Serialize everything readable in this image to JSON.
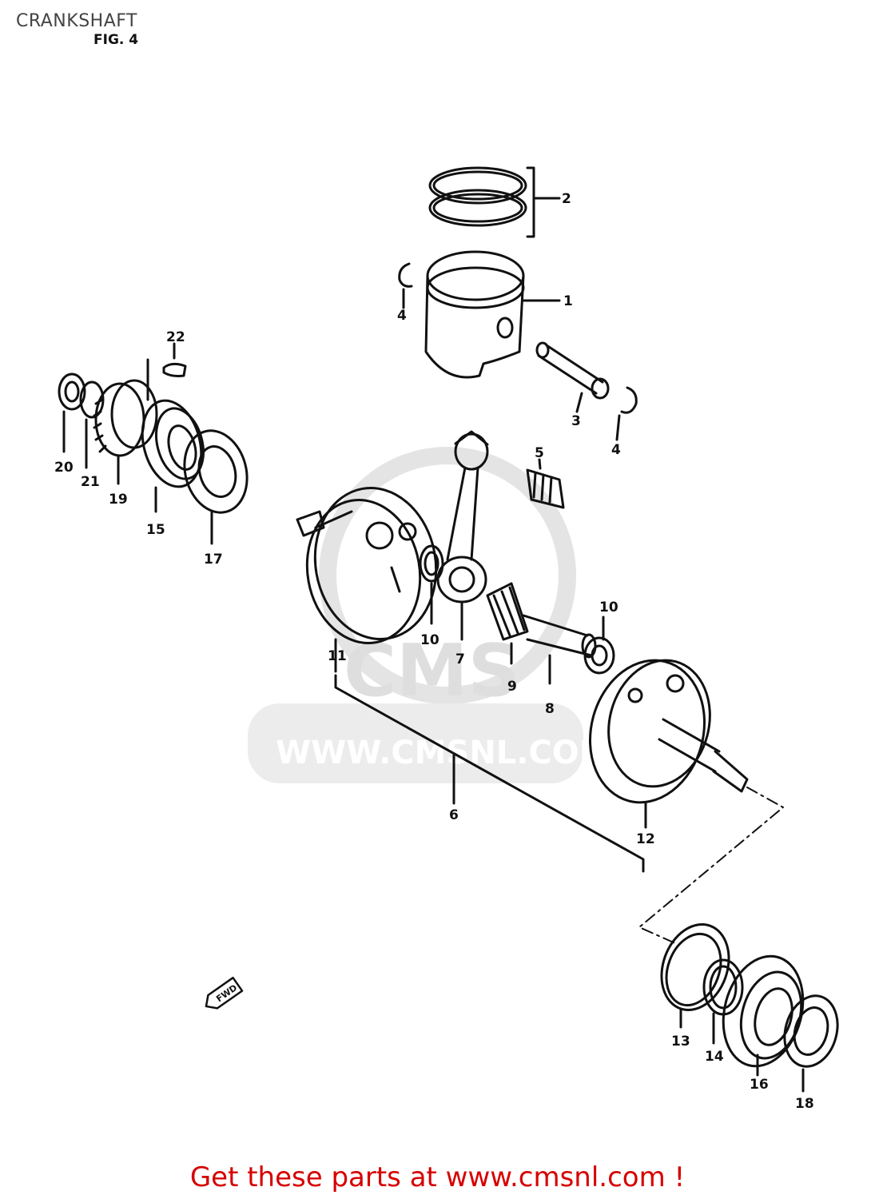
{
  "header": {
    "title": "CRANKSHAFT",
    "figure": "FIG. 4"
  },
  "watermark": {
    "brand": "CMS",
    "url": "WWW.CMSNL.COM"
  },
  "fwd_arrow_label": "FWD",
  "callouts": {
    "p1": "1",
    "p2": "2",
    "p3": "3",
    "p4a": "4",
    "p4b": "4",
    "p5": "5",
    "p6": "6",
    "p7": "7",
    "p8": "8",
    "p9": "9",
    "p10a": "10",
    "p10b": "10",
    "p11": "11",
    "p12": "12",
    "p13": "13",
    "p14": "14",
    "p15": "15",
    "p16": "16",
    "p17": "17",
    "p18": "18",
    "p19": "19",
    "p20": "20",
    "p21": "21",
    "p22": "22"
  },
  "footer": {
    "link_text": "Get these parts at www.cmsnl.com !"
  },
  "colors": {
    "line": "#111111",
    "watermark": "#dedede",
    "footer": "#d60000"
  }
}
